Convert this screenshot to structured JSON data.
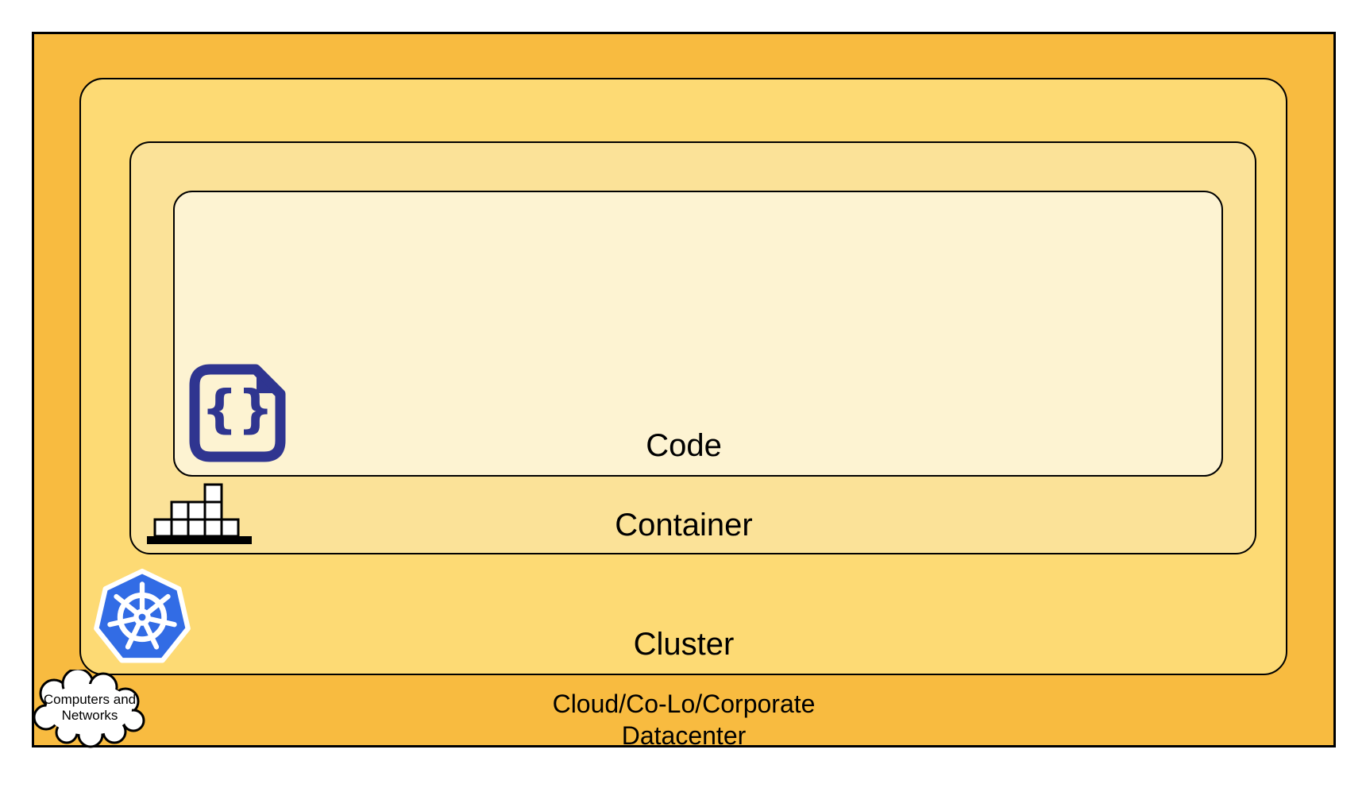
{
  "diagram": {
    "layers": {
      "code": {
        "label": "Code",
        "fill": "#FDF3D2"
      },
      "container": {
        "label": "Container",
        "fill": "#FBE298"
      },
      "cluster": {
        "label": "Cluster",
        "fill": "#FDDA74"
      },
      "datacenter": {
        "label_line1": "Cloud/Co-Lo/Corporate",
        "label_line2": "Datacenter",
        "fill": "#F8BB40"
      }
    },
    "cloud_callout": {
      "line1": "Computers and",
      "line2": "Networks"
    },
    "icons": {
      "code_file_icon": "document-with-braces",
      "code_braces_glyph": "{}",
      "container_blocks_icon": "stacked-container-blocks",
      "kubernetes_icon": "kubernetes-helm-wheel",
      "cloud_icon": "cloud-outline"
    },
    "colors": {
      "border": "#000000",
      "code_icon_indigo": "#2F3590",
      "kubernetes_blue": "#326CE5",
      "block_fill": "#FFFFFF"
    }
  }
}
